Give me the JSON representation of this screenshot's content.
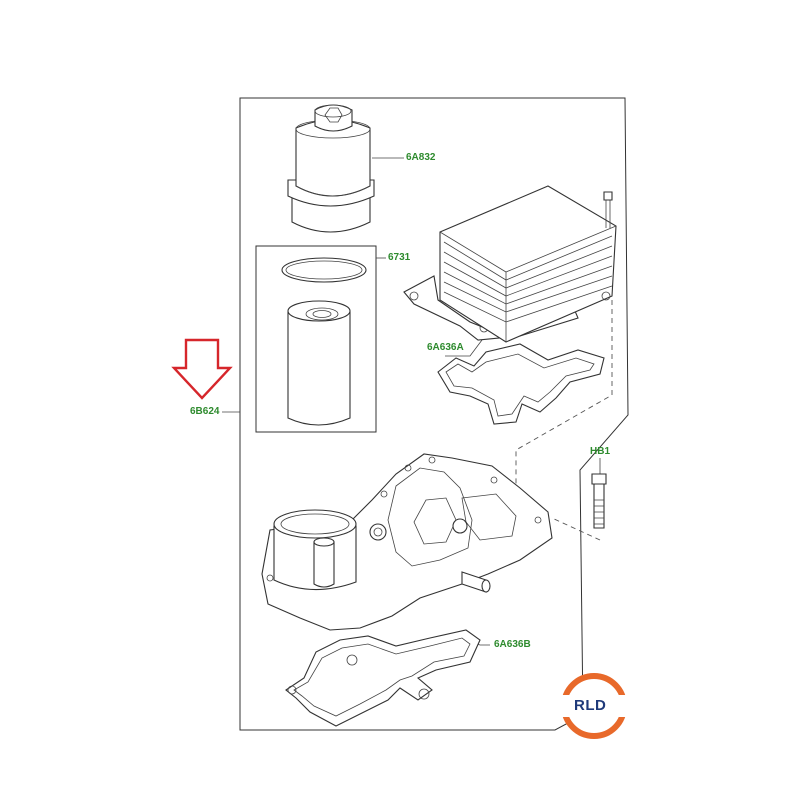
{
  "labels": {
    "filter_cap": "6A832",
    "filter_kit": "6731",
    "oil_cooler_gasket": "6A636A",
    "housing_assembly": "6B624",
    "bolt": "HB1",
    "housing_gasket": "6A636B"
  },
  "logo": {
    "text": "RLD",
    "ring_color": "#e8692a",
    "text_color": "#1f3a7a"
  },
  "colors": {
    "callout": "#2e8b2e",
    "arrow": "#d6262b",
    "linework": "#333333"
  }
}
